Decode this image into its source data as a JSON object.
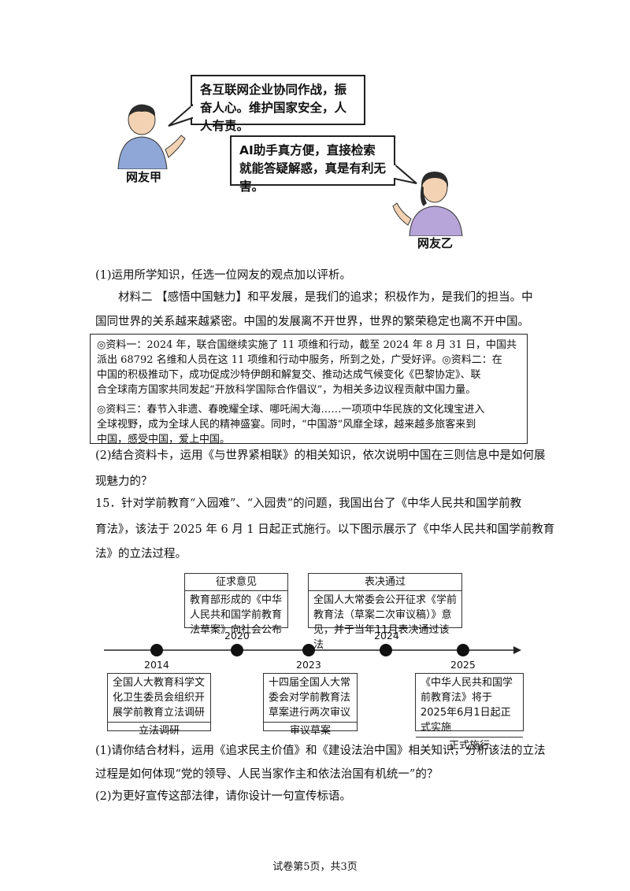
{
  "dialog": {
    "friend_a_speech": "各互联网企业协同作战，振奋人心。维护国家安全，人人有责。",
    "friend_a_label": "网友甲",
    "friend_b_speech": "AI助手真方便，直接检索就能答疑解惑，真是有利无害。",
    "friend_b_label": "网友乙"
  },
  "q1": "(1)运用所学知识，任选一位网友的观点加以评析。",
  "material2": {
    "line1": "材料二 【感悟中国魅力】和平发展，是我们的追求；积极作为，是我们的担当。中",
    "line2": "国同世界的关系越来越紧密。中国的发展离不开世界，世界的繁荣稳定也离不开中国。"
  },
  "card": {
    "r1_l1": "◎资料一：2024 年，联合国继续实施了 11 项维和行动，截至 2024 年 8 月 31 日，中国共",
    "r1_l2": "派出 68792 名维和人员在这 11 项维和行动中服务，所到之处，广受好评。◎资料二：在",
    "r1_l3": "中国的积极推动下，成功促成沙特伊朗和解复交、推动达成气候变化《巴黎协定》、联",
    "r1_l4": "合全球南方国家共同发起“开放科学国际合作倡议”，为相关多边议程贡献中国力量。",
    "r3_l1": "◎资料三：春节入非遗、春晚耀全球、哪吒闹大海……一项项中华民族的文化瑰宝进入",
    "r3_l2": "全球视野，成为全球人民的精神盛宴。同时，“中国游”风靡全球，越来越多旅客来到",
    "r3_l3": "中国，感受中国，爱上中国。"
  },
  "q2_l1": "(2)结合资料卡，运用《与世界紧相联》的相关知识，依次说明中国在三则信息中是如何展",
  "q2_l2": "现魅力的？",
  "q15": {
    "l1": "15．针对学前教育“入园难”、“入园贵”的问题，我国出台了《中华人民共和国学前教",
    "l2": "育法》，该法于 2025 年 6 月 1 日起正式施行。以下图示展示了《中华人民共和国学前教育",
    "l3": "法》的立法过程。"
  },
  "timeline": {
    "top1": {
      "head": "征求意见",
      "body": "教育部形成的《中华人民共和国学前教育法草案》向社会公布"
    },
    "top2": {
      "head": "表决通过",
      "body": "全国人大常委会公开征求《学前教育法（草案二次审议稿）》意见，并于当年11月表决通过该法"
    },
    "bot1": {
      "body": "全国人大教育科学文化卫生委员会组织开展学前教育立法调研",
      "foot": "立法调研"
    },
    "bot2": {
      "body": "十四届全国人大常委会对学前教育法草案进行两次审议",
      "foot": "审议草案"
    },
    "bot3": {
      "body": "《中华人民共和国学前教育法》将于2025年6月1日起正式实施",
      "foot": "正式施行"
    },
    "years": {
      "y2014": "2014",
      "y2020": "2020",
      "y2023": "2023",
      "y2024": "2024",
      "y2025": "2025"
    }
  },
  "q15_1_l1": "(1)请你结合材料，运用《追求民主价值》和《建设法治中国》相关知识，分析该法的立法",
  "q15_1_l2": "过程是如何体现“党的领导、人民当家作主和依法治国有机统一”的？",
  "q15_2": "(2)为更好宣传这部法律，请你设计一句宣传标语。",
  "footer": "试卷第5页，共3页"
}
